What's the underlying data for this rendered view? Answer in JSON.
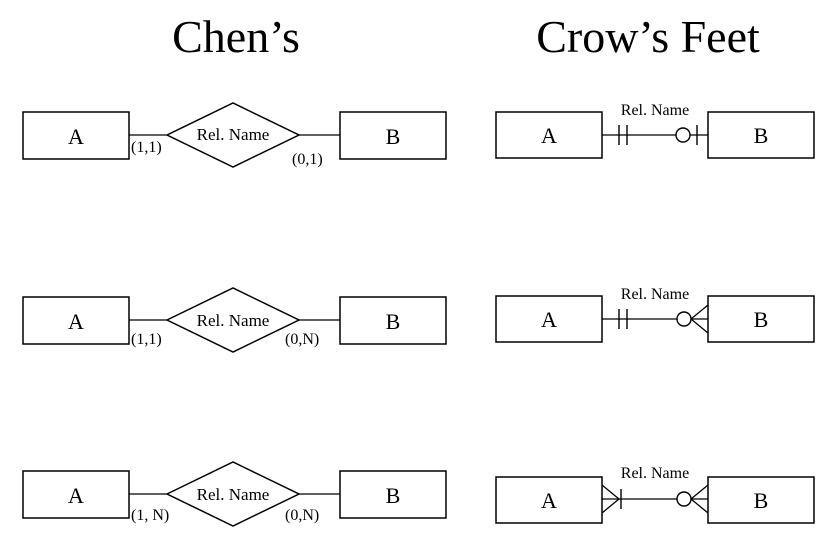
{
  "titles": {
    "chen": "Chen’s",
    "crow": "Crow’s Feet"
  },
  "chen_rows": [
    {
      "entity_a": "A",
      "relationship": "Rel. Name",
      "entity_b": "B",
      "card_a": "(1,1)",
      "card_b": "(0,1)"
    },
    {
      "entity_a": "A",
      "relationship": "Rel. Name",
      "entity_b": "B",
      "card_a": "(1,1)",
      "card_b": "(0,N)"
    },
    {
      "entity_a": "A",
      "relationship": "Rel. Name",
      "entity_b": "B",
      "card_a": "(1, N)",
      "card_b": "(0,N)"
    }
  ],
  "crow_rows": [
    {
      "entity_a": "A",
      "relationship": "Rel. Name",
      "entity_b": "B",
      "end_a": "one-and-only-one",
      "end_b": "zero-or-one"
    },
    {
      "entity_a": "A",
      "relationship": "Rel. Name",
      "entity_b": "B",
      "end_a": "one-and-only-one",
      "end_b": "zero-or-many"
    },
    {
      "entity_a": "A",
      "relationship": "Rel. Name",
      "entity_b": "B",
      "end_a": "one-or-many",
      "end_b": "zero-or-many"
    }
  ]
}
